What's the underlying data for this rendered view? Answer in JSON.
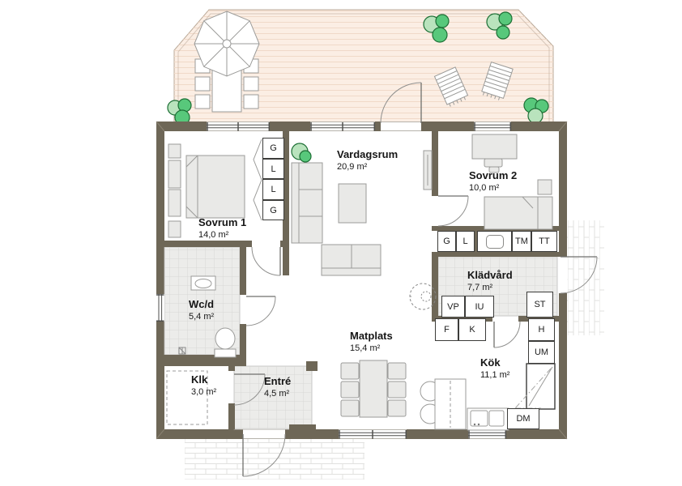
{
  "palette": {
    "wall": "#6e6757",
    "wall_miter": "#8a8272",
    "deck_fill": "#fbeee4",
    "deck_line": "#f0d9c8",
    "deck_edge": "#b9a897",
    "tile_fill": "#ececea",
    "tile_line": "#d8d8d6",
    "brick_line": "#e1e1df",
    "furn_fill": "#e9e9e7",
    "furn_stroke": "#9b9b99",
    "door_line": "#8f8f8d",
    "window_line": "#4f4f4d",
    "plant_light": "#b9e3bd",
    "plant_green": "#58c87b",
    "plant_stroke": "#1d6f35",
    "label_color": "#161616",
    "box_border": "#3c3c3a"
  },
  "rooms": {
    "sovrum1": {
      "name": "Sovrum 1",
      "area": "14,0 m²"
    },
    "vardagsrum": {
      "name": "Vardagsrum",
      "area": "20,9 m²"
    },
    "sovrum2": {
      "name": "Sovrum 2",
      "area": "10,0 m²"
    },
    "kladvard": {
      "name": "Klädvård",
      "area": "7,7 m²"
    },
    "wcd": {
      "name": "Wc/d",
      "area": "5,4 m²"
    },
    "klk": {
      "name": "Klk",
      "area": "3,0 m²"
    },
    "entre": {
      "name": "Entré",
      "area": "4,5 m²"
    },
    "matplats": {
      "name": "Matplats",
      "area": "15,4 m²"
    },
    "kok": {
      "name": "Kök",
      "area": "11,1 m²"
    }
  },
  "fixtures": {
    "g1": "G",
    "l1": "L",
    "l2": "L",
    "g2": "G",
    "g3": "G",
    "l3": "L",
    "tm": "TM",
    "tt": "TT",
    "vp": "VP",
    "iu": "IU",
    "st": "ST",
    "f": "F",
    "k": "K",
    "h": "H",
    "um": "UM",
    "dm": "DM"
  }
}
